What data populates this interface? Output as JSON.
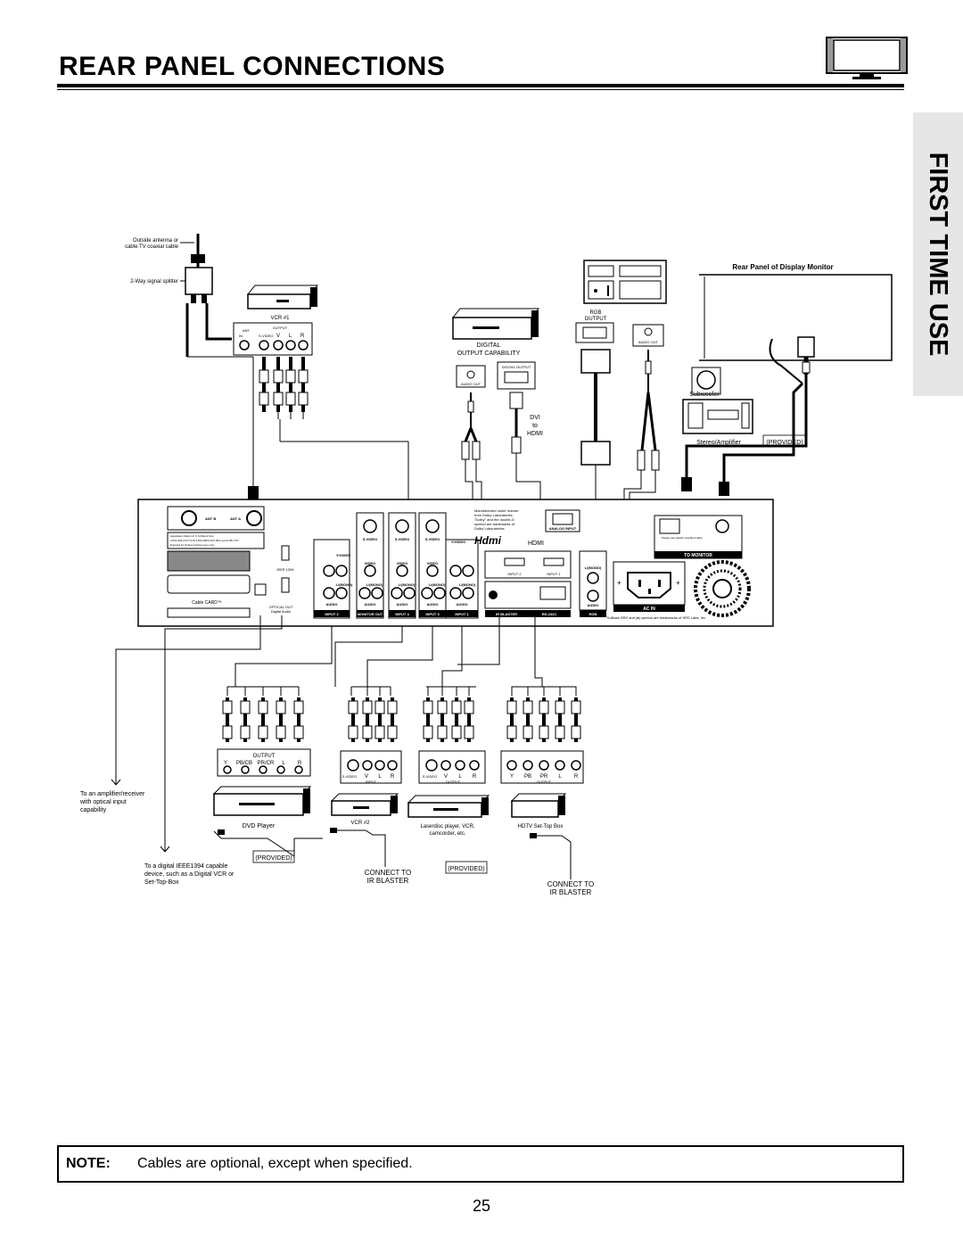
{
  "header": {
    "title": "REAR PANEL CONNECTIONS",
    "side_tab": "FIRST TIME USE"
  },
  "antenna": {
    "outside_label": "Outside antenna or cable TV coaxial cable",
    "outside_line1": "Outside antenna or",
    "outside_line2": "cable TV coaxial cable",
    "splitter_label": "2-Way signal splitter"
  },
  "vcr1": {
    "name": "VCR #1",
    "output": "OUTPUT",
    "ant": "ANT",
    "in": "IN",
    "svideo": "S-VIDEO",
    "v": "V",
    "l": "L",
    "r": "R"
  },
  "digital_device": {
    "label1": "DIGITAL",
    "label2": "OUTPUT CAPABILITY",
    "digital_output": "DIGITAL OUTPUT",
    "audio_out": "AUDIO OUT",
    "dvi1": "DVI",
    "dvi2": "to",
    "dvi3": "HDMI"
  },
  "pc": {
    "rgb": "RGB",
    "output": "OUTPUT",
    "audio_out": "AUDIO OUT"
  },
  "monitor": {
    "title": "Rear Panel of Display Monitor",
    "subwoofer": "Subwoofer",
    "stereo": "Stereo/Amplifier",
    "provided": "(PROVIDED)"
  },
  "panel": {
    "ant_b": "ANT B",
    "ant_a": "ANT A",
    "patent1": "Apparatus Claims of U.S.Patent Nos.",
    "patent2": "4,631,603;4,577,216;4,819,098;4,907,093; and 6,381,747",
    "patent3": "licensed for limited viewing uses only",
    "ieee": "IEEE 1394",
    "cablecard": "Cable CARD™",
    "optical": "OPTICAL OUT",
    "digital_audio": "Digital Audio",
    "svideo": "S-VIDEO",
    "yvideo": "Y/VIDEO",
    "video": "VIDEO",
    "lmono": "L/(MONO)",
    "audio": "AUDIO",
    "pb": "Pb",
    "pr": "Pr",
    "input2": "INPUT 2",
    "monitor_out": "MONITOR OUT",
    "input4": "INPUT 4",
    "input3": "INPUT 3",
    "input1": "INPUT 1",
    "hdmi": "HDMI",
    "hdmi_logo": "Hdmi",
    "hdmi_in2": "INPUT 2",
    "hdmi_in1": "INPUT 1",
    "dolby1": "Manufactured under license",
    "dolby2": "from Dolby Laboratories.",
    "dolby3": "\"Dolby\" and the double-D",
    "dolby4": "symbol are trademarks of",
    "dolby5": "Dolby Laboratories",
    "analog_input": "ANALOG INPUT",
    "ir_blaster": "IR BLASTER",
    "rs232": "RS-232C",
    "rgb": "RGB",
    "hitachi": "Please use Hitachi specified cable",
    "to_monitor": "TO MONITOR",
    "ac_in": "AC IN",
    "srs": "TruBass SRS and (●) symbol are trademarks of SRS Labs, Inc."
  },
  "bottom": {
    "amp_note1": "To an amplifier/receiver",
    "amp_note2": "with optical input",
    "amp_note3": "capability",
    "dvd_output": "OUTPUT",
    "dvd_y": "Y",
    "dvd_pb": "PB/CB",
    "dvd_pr": "PR/CR",
    "dvd_l": "L",
    "dvd_r": "R",
    "dvd_player": "DVD Player",
    "provided": "(PROVIDED)",
    "ieee_note1": "To a digital IEEE1394 capable",
    "ieee_note2": "device, such as a Digital VCR or",
    "ieee_note3": "Set-Top-Box",
    "vcr2_svideo": "S-VIDEO",
    "vcr2_v": "V",
    "vcr2_l": "L",
    "vcr2_r": "R",
    "vcr2_input": "INPUT",
    "vcr2": "VCR #2",
    "connect_to1": "CONNECT TO",
    "ir_blaster1": "IR BLASTER",
    "ld_svideo": "S-VIDEO",
    "ld_v": "V",
    "ld_l": "L",
    "ld_r": "R",
    "ld_output": "OUTPUT",
    "ld_label1": "Laserdisc player, VCR,",
    "ld_label2": "camcorder, etc.",
    "provided2": "(PROVIDED)",
    "stb_y": "Y",
    "stb_pb": "PB",
    "stb_pr": "PR",
    "stb_l": "L",
    "stb_r": "R",
    "stb_output": "OUTPUT",
    "stb_label": "HDTV Set-Top Box",
    "connect_to2": "CONNECT TO",
    "ir_blaster2": "IR BLASTER"
  },
  "note": {
    "label": "NOTE:",
    "text": "Cables are optional, except when specified."
  },
  "page_number": "25"
}
